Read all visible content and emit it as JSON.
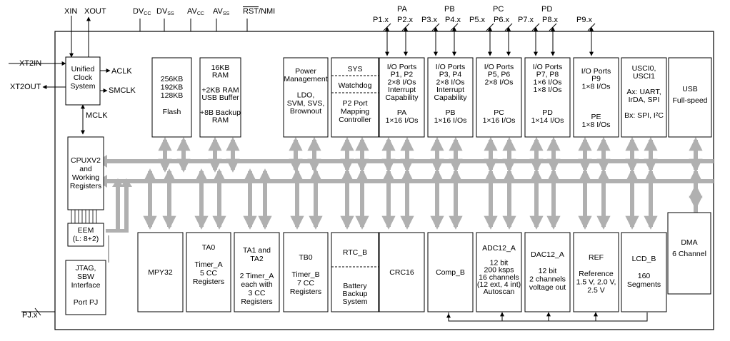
{
  "pins": {
    "xin": "XIN",
    "xout": "XOUT",
    "dvcc": {
      "main": "DV",
      "sub": "CC"
    },
    "dvss": {
      "main": "DV",
      "sub": "SS"
    },
    "avcc": {
      "main": "AV",
      "sub": "CC"
    },
    "avss": {
      "main": "AV",
      "sub": "SS"
    },
    "rst": {
      "over": "RST",
      "rest": "/NMI"
    },
    "xt2in": "XT2IN",
    "xt2out": "XT2OUT",
    "aclk": "ACLK",
    "smclk": "SMCLK",
    "mclk": "MCLK",
    "pjx": "PJ.x"
  },
  "ports_top": {
    "pa": "PA",
    "pb": "PB",
    "pc": "PC",
    "pd": "PD",
    "p1": "P1.x",
    "p2": "P2.x",
    "p3": "P3.x",
    "p4": "P4.x",
    "p5": "P5.x",
    "p6": "P6.x",
    "p7": "P7.x",
    "p8": "P8.x",
    "p9": "P9.x"
  },
  "blocks": {
    "ucs": [
      "Unified",
      "Clock",
      "System"
    ],
    "flash": [
      "256KB",
      "192KB",
      "128KB",
      "",
      "Flash"
    ],
    "ram": [
      "16KB",
      "RAM",
      "",
      "+2KB RAM",
      "USB Buffer",
      "",
      "+8B Backup",
      "RAM"
    ],
    "pmm": [
      "Power",
      "Management",
      "",
      "LDO,",
      "SVM, SVS,",
      "Brownout"
    ],
    "sys": {
      "top": "SYS",
      "mid": "Watchdog",
      "bot": [
        "P2 Port",
        "Mapping",
        "Controller"
      ]
    },
    "pa": [
      "I/O Ports",
      "P1, P2",
      "2×8 I/Os",
      "Interrupt",
      "Capability",
      "",
      "PA",
      "1×16 I/Os"
    ],
    "pb": [
      "I/O Ports",
      "P3, P4",
      "2×8 I/Os",
      "Interrupt",
      "Capability",
      "",
      "PB",
      "1×16 I/Os"
    ],
    "pc": [
      "I/O Ports",
      "P5, P6",
      "2×8 I/Os",
      "",
      "",
      "",
      "PC",
      "1×16 I/Os"
    ],
    "pd": [
      "I/O Ports",
      "P7, P8",
      "1×6 I/Os",
      "1×8 I/Os",
      "",
      "",
      "PD",
      "1×14 I/Os"
    ],
    "pe": [
      "I/O Ports",
      "P9",
      "1×8 I/Os",
      "",
      "",
      "",
      "PE",
      "1×8 I/Os"
    ],
    "usci": [
      "USCI0,",
      "USCI1",
      "",
      "Ax: UART,",
      "IrDA, SPI",
      "",
      "Bx: SPI, I²C"
    ],
    "usb": [
      "USB",
      "Full-speed"
    ],
    "cpu": [
      "CPUXV2",
      "and",
      "Working",
      "Registers"
    ],
    "eem": [
      "EEM",
      "(L: 8+2)"
    ],
    "jtag": [
      "JTAG,",
      "SBW",
      "Interface",
      "",
      "Port PJ"
    ],
    "mpy": [
      "MPY32"
    ],
    "ta0": [
      "TA0",
      "",
      "Timer_A",
      "5 CC",
      "Registers"
    ],
    "ta1": [
      "TA1 and",
      "TA2",
      "",
      "2 Timer_A",
      "each with",
      "3 CC",
      "Registers"
    ],
    "tb0": [
      "TB0",
      "",
      "Timer_B",
      "7 CC",
      "Registers"
    ],
    "rtc": {
      "top": "RTC_B",
      "bot": [
        "Battery",
        "Backup",
        "System"
      ]
    },
    "crc": [
      "CRC16"
    ],
    "comp": [
      "Comp_B"
    ],
    "adc": [
      "ADC12_A",
      "",
      "12 bit",
      "200 ksps",
      "16 channels",
      "(12 ext, 4 int)",
      "Autoscan"
    ],
    "dac": [
      "DAC12_A",
      "",
      "12 bit",
      "2 channels",
      "voltage out"
    ],
    "ref": [
      "REF",
      "",
      "Reference",
      "1.5 V, 2.0 V,",
      "2.5 V"
    ],
    "lcd": [
      "LCD_B",
      "",
      "160",
      "Segments"
    ],
    "dma": [
      "DMA",
      "6 Channel"
    ]
  },
  "colors": {
    "bus": "#b0b0b0",
    "line": "#000000",
    "box": "#ffffff"
  }
}
